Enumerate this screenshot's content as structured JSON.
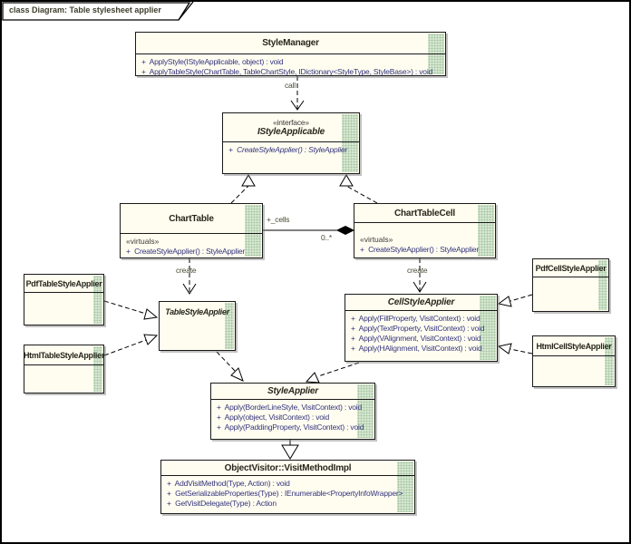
{
  "frame": {
    "label": "class Diagram: Table stylesheet applier"
  },
  "colors": {
    "box_fill": "#fffdf0",
    "stripe_green": "#d7e7d2",
    "stripe_dot": "#a5c6a0",
    "method_text": "#34347e",
    "title_text": "#26261c",
    "label_text": "#4a4a34"
  },
  "classes": [
    {
      "name": "StyleManager",
      "methods": [
        "+  ApplyStyle(IStyleApplicable, object) : void",
        "+  ApplyTableStyle(ChartTable, TableChartStyle, IDictionary<StyleType, StyleBase>) : void"
      ]
    },
    {
      "title_stereotype": "«interface»",
      "name": "IStyleApplicable",
      "methods": [
        "+  CreateStyleApplier() : StyleApplier"
      ]
    },
    {
      "name": "ChartTable",
      "body_stereotype": "«virtuals»",
      "methods": [
        "+  CreateStyleApplier() : StyleApplier"
      ]
    },
    {
      "name": "ChartTableCell",
      "body_stereotype": "«virtuals»",
      "methods": [
        "+  CreateStyleApplier() : StyleApplier"
      ]
    },
    {
      "name": "TableStyleApplier"
    },
    {
      "name": "CellStyleApplier",
      "methods": [
        "+  Apply(FillProperty, VisitContext) : void",
        "+  Apply(TextProperty, VisitContext) : void",
        "+  Apply(VAlignment, VisitContext) : void",
        "+  Apply(HAlignment, VisitContext) : void"
      ]
    },
    {
      "name": "PdfTableStyleApplier"
    },
    {
      "name": "HtmlTableStyleApplier"
    },
    {
      "name": "PdfCellStyleApplier"
    },
    {
      "name": "HtmlCellStyleApplier"
    },
    {
      "name": "StyleApplier",
      "methods": [
        "+  Apply(BorderLineStyle, VisitContext) : void",
        "+  Apply(object, VisitContext) : void",
        "+  Apply(PaddingProperty, VisitContext) : void"
      ]
    },
    {
      "name": "ObjectVisitor::VisitMethodImpl",
      "methods": [
        "+  AddVisitMethod(Type, Action) : void",
        "+  GetSerializableProperties(Type) : IEnumerable<PropertyInfoWrapper>",
        "+  GetVisitDelegate(Type) : Action"
      ]
    }
  ],
  "edge_labels": {
    "call": "call",
    "create_left": "create",
    "create_right": "create",
    "cells_role": "+_cells",
    "cells_multiplicity": "0..*"
  }
}
